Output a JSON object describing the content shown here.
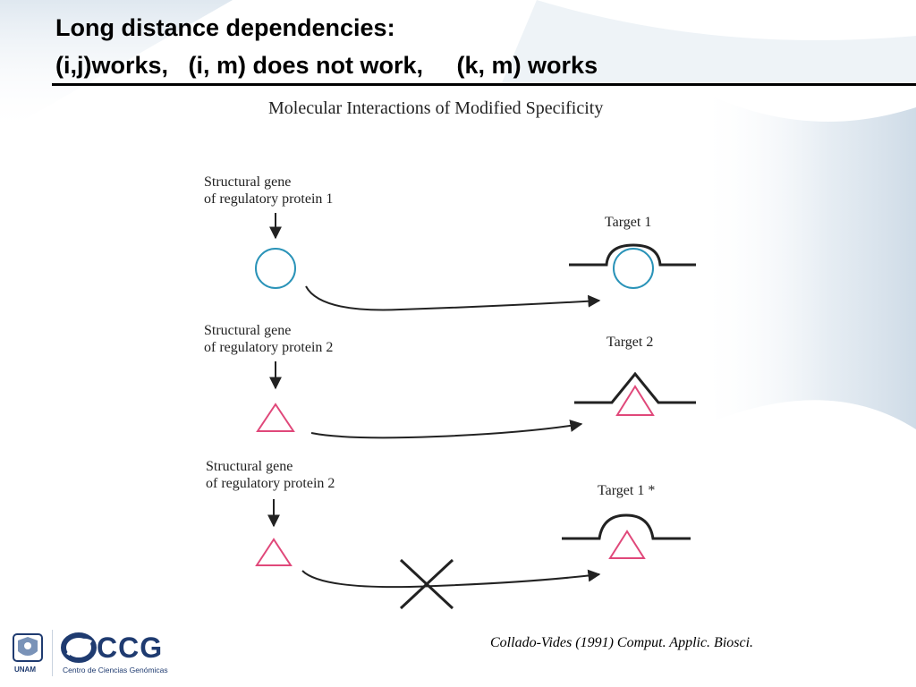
{
  "slide": {
    "title_line1": "Long distance dependencies:",
    "title_line2": "(i,j)works,   (i, m) does not work,     (k, m) works"
  },
  "figure": {
    "title": "Molecular Interactions of Modified Specificity",
    "rows": [
      {
        "gene_label_line1": "Structural gene",
        "gene_label_line2": "of regulatory protein 1",
        "target_label": "Target 1",
        "protein_shape": "circle",
        "target_shape": "arch"
      },
      {
        "gene_label_line1": "Structural gene",
        "gene_label_line2": "of regulatory protein 2",
        "target_label": "Target 2",
        "protein_shape": "triangle",
        "target_shape": "peak"
      },
      {
        "gene_label_line1": "Structural gene",
        "gene_label_line2": "of regulatory protein 2",
        "target_label": "Target 1 *",
        "protein_shape": "triangle",
        "target_shape": "arch"
      }
    ]
  },
  "citation": "Collado-Vides (1991) Comput. Applic. Biosci.",
  "logos": {
    "unam_label": "UNAM",
    "ccg_label": "CCG",
    "ccg_subtitle": "Centro de Ciencias Genómicas"
  },
  "colors": {
    "circle_stroke": "#2a93b8",
    "triangle_stroke": "#e0487a",
    "line": "#222222",
    "logo_blue": "#1f3b70",
    "watermark": "#dde6ef"
  }
}
